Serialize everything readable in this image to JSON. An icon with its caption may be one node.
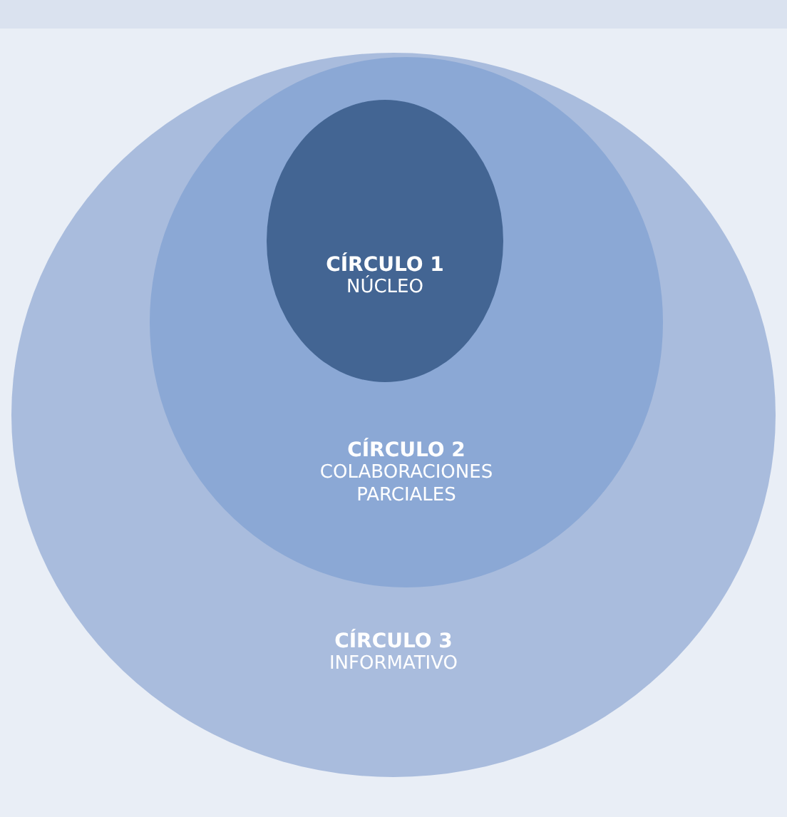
{
  "diagram": {
    "nodes": [
      {
        "text": [
          "CÍRCULO 3",
          "INFORMATIVO"
        ]
      },
      {
        "text": [
          "CÍRCULO 2",
          "COLABORACIONES PARCIALES"
        ],
        "in": 0
      },
      {
        "text": [
          "CÍRCULO 1",
          "NÚCLEO"
        ],
        "in": 1
      }
    ]
  }
}
